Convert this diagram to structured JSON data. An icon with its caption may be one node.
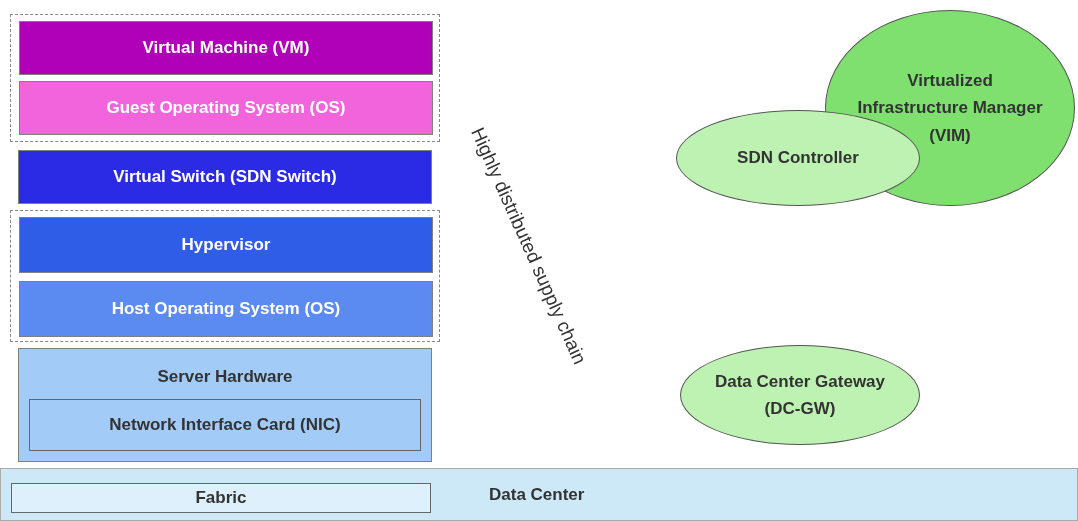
{
  "diagram": {
    "nodes": [
      {
        "text": [],
        "shape": "box"
      },
      {
        "text": [
          "Virtual Machine (VM)"
        ],
        "in": 0
      },
      {
        "text": [
          "Guest Operating System (OS)"
        ],
        "in": 0
      },
      {
        "text": [
          "Virtual Switch (SDN Switch)"
        ]
      },
      {
        "text": [],
        "shape": "box"
      },
      {
        "text": [
          "Hypervisor"
        ],
        "in": 4
      },
      {
        "text": [
          "Host Operating System (OS)"
        ],
        "in": 4
      },
      {
        "text": [
          "Server Hardware"
        ]
      },
      {
        "text": [
          "Network Interface Card (NIC)"
        ],
        "in": 7
      },
      {
        "text": [
          "Virtualized Infrastructure Manager (VIM)"
        ]
      },
      {
        "text": [
          "SDN Controller"
        ]
      },
      {
        "text": [
          "Data Center Gateway (DC-GW)"
        ]
      },
      {
        "text": [
          "Data Center"
        ]
      },
      {
        "text": [
          "Fabric"
        ],
        "in": 12
      }
    ],
    "edges": [],
    "labels": [
      "Highly distributed supply chain"
    ]
  }
}
